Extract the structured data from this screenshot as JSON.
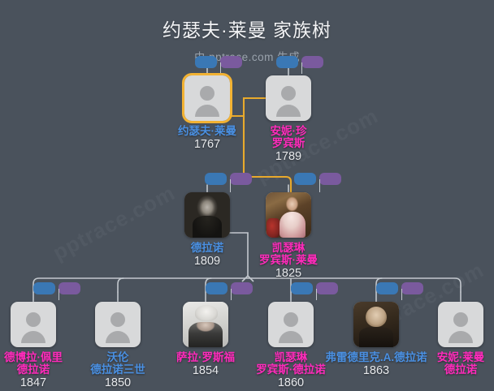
{
  "header": {
    "title": "约瑟夫·莱曼 家族树",
    "subtitle": "由 pptrace.com 生成"
  },
  "watermark": {
    "text": "pptrace.com"
  },
  "colors": {
    "background": "#4a525c",
    "male_text": "#4a90e2",
    "female_text": "#ff2bbb",
    "year_text": "#e7e9ec",
    "selected_outline": "#f2b233",
    "highlight_link": "#e8a92c",
    "link": "#c3c8ce",
    "badge_blue": "#3a78b5",
    "badge_purple": "#7a5a9e",
    "avatar_bg": "#d8d9da",
    "avatar_glyph": "#a9aaac"
  },
  "generations": [
    {
      "id": "gen-1",
      "people": [
        {
          "id": "joseph-lyman",
          "name": "约瑟夫·莱曼",
          "year": "1767",
          "gender": "m",
          "portrait": "avatar-placeholder",
          "selected": true
        },
        {
          "id": "anne-jean-robbins",
          "name": "安妮·珍\n罗宾斯",
          "year": "1789",
          "gender": "f",
          "portrait": "avatar-placeholder",
          "selected": false
        }
      ]
    },
    {
      "id": "gen-2",
      "people": [
        {
          "id": "delano",
          "name": "德拉诺",
          "year": "1809",
          "gender": "m",
          "portrait": "photo-delano",
          "selected": false
        },
        {
          "id": "catherine-robbins-lyman",
          "name": "凯瑟琳\n罗宾斯·莱曼",
          "year": "1825",
          "gender": "f",
          "portrait": "photo-catherine",
          "selected": false
        }
      ]
    },
    {
      "id": "gen-3",
      "people": [
        {
          "id": "deborah-perry-delano",
          "name": "德博拉·佩里\n德拉诺",
          "year": "1847",
          "gender": "f",
          "portrait": "avatar-placeholder",
          "selected": false
        },
        {
          "id": "warren-delano-iii",
          "name": "沃伦\n德拉诺三世",
          "year": "1850",
          "gender": "m",
          "portrait": "avatar-placeholder",
          "selected": false
        },
        {
          "id": "sarah-roosevelt",
          "name": "萨拉·罗斯福",
          "year": "1854",
          "gender": "f",
          "portrait": "photo-sarah",
          "selected": false
        },
        {
          "id": "catherine-robbins-delano",
          "name": "凯瑟琳\n罗宾斯·德拉诺",
          "year": "1860",
          "gender": "f",
          "portrait": "avatar-placeholder",
          "selected": false
        },
        {
          "id": "frederic-a-delano",
          "name": "弗雷德里克.A.德拉诺",
          "year": "1863",
          "gender": "m",
          "portrait": "photo-frederic",
          "selected": false
        },
        {
          "id": "anne-lyman-delano",
          "name": "安妮·莱曼\n德拉诺",
          "year": "",
          "gender": "f",
          "portrait": "avatar-placeholder",
          "selected": false
        }
      ]
    }
  ]
}
